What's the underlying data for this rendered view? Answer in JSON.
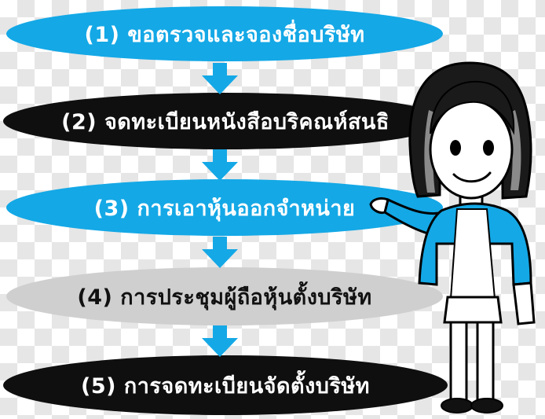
{
  "steps": [
    {
      "label": "(1) ขอตรวจและจองชื่อบริษัท",
      "bg": "#14a8e6",
      "fg": "#ffffff"
    },
    {
      "label": "(2) จดทะเบียนหนังสือบริคณห์สนธิ",
      "bg": "#0f0f0f",
      "fg": "#ffffff"
    },
    {
      "label": "(3) การเอาหุ้นออกจำหน่าย",
      "bg": "#14a8e6",
      "fg": "#ffffff"
    },
    {
      "label": "(4) การประชุมผู้ถือหุ้นตั้งบริษัท",
      "bg": "#cfcfcf",
      "fg": "#111111"
    },
    {
      "label": "(5) การจดทะเบียนจัดตั้งบริษัท",
      "bg": "#0f0f0f",
      "fg": "#ffffff"
    }
  ],
  "colors": {
    "accent_blue": "#14a8e6",
    "dark": "#0f0f0f",
    "light_gray": "#cfcfcf"
  },
  "icons": {
    "arrow": "arrow-down-icon",
    "presenter": "presenter-woman-icon"
  }
}
